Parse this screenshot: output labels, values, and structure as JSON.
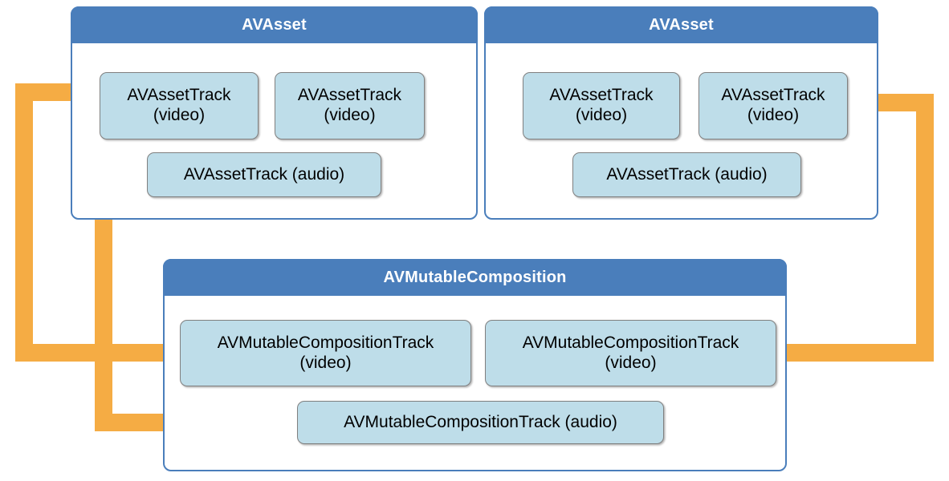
{
  "diagram": {
    "title_left_asset": "AVAsset",
    "title_right_asset": "AVAsset",
    "title_composition": "AVMutableComposition",
    "colors": {
      "header_blue": "#4A7EBB",
      "panel_border_blue": "#4A7EBB",
      "track_fill": "#BEDDE9",
      "track_border": "#808080",
      "arrow_orange": "#F5AC44",
      "text_dark": "#000000",
      "header_text": "#FFFFFF",
      "background": "#FFFFFF"
    }
  },
  "left_asset": {
    "header": "AVAsset",
    "tracks": [
      {
        "label": "AVAssetTrack\n(video)",
        "kind": "video"
      },
      {
        "label": "AVAssetTrack\n(video)",
        "kind": "video"
      },
      {
        "label": "AVAssetTrack (audio)",
        "kind": "audio"
      }
    ]
  },
  "right_asset": {
    "header": "AVAsset",
    "tracks": [
      {
        "label": "AVAssetTrack\n(video)",
        "kind": "video"
      },
      {
        "label": "AVAssetTrack\n(video)",
        "kind": "video"
      },
      {
        "label": "AVAssetTrack (audio)",
        "kind": "audio"
      }
    ]
  },
  "composition": {
    "header": "AVMutableComposition",
    "tracks": [
      {
        "label": "AVMutableCompositionTrack\n(video)",
        "kind": "video"
      },
      {
        "label": "AVMutableCompositionTrack\n(video)",
        "kind": "video"
      },
      {
        "label": "AVMutableCompositionTrack (audio)",
        "kind": "audio"
      }
    ]
  },
  "connectors": [
    {
      "name": "comp-video-1-to-left-asset-video-1",
      "from": "AVMutableCompositionTrack (video)",
      "to": "AVAssetTrack (video)",
      "direction": "left-up"
    },
    {
      "name": "comp-audio-to-left-asset-audio",
      "from": "AVMutableCompositionTrack (audio)",
      "to": "AVAssetTrack (audio)",
      "direction": "left-up"
    },
    {
      "name": "comp-video-2-to-right-asset-video-2",
      "from": "AVMutableCompositionTrack (video)",
      "to": "AVAssetTrack (video)",
      "direction": "right-up"
    }
  ]
}
